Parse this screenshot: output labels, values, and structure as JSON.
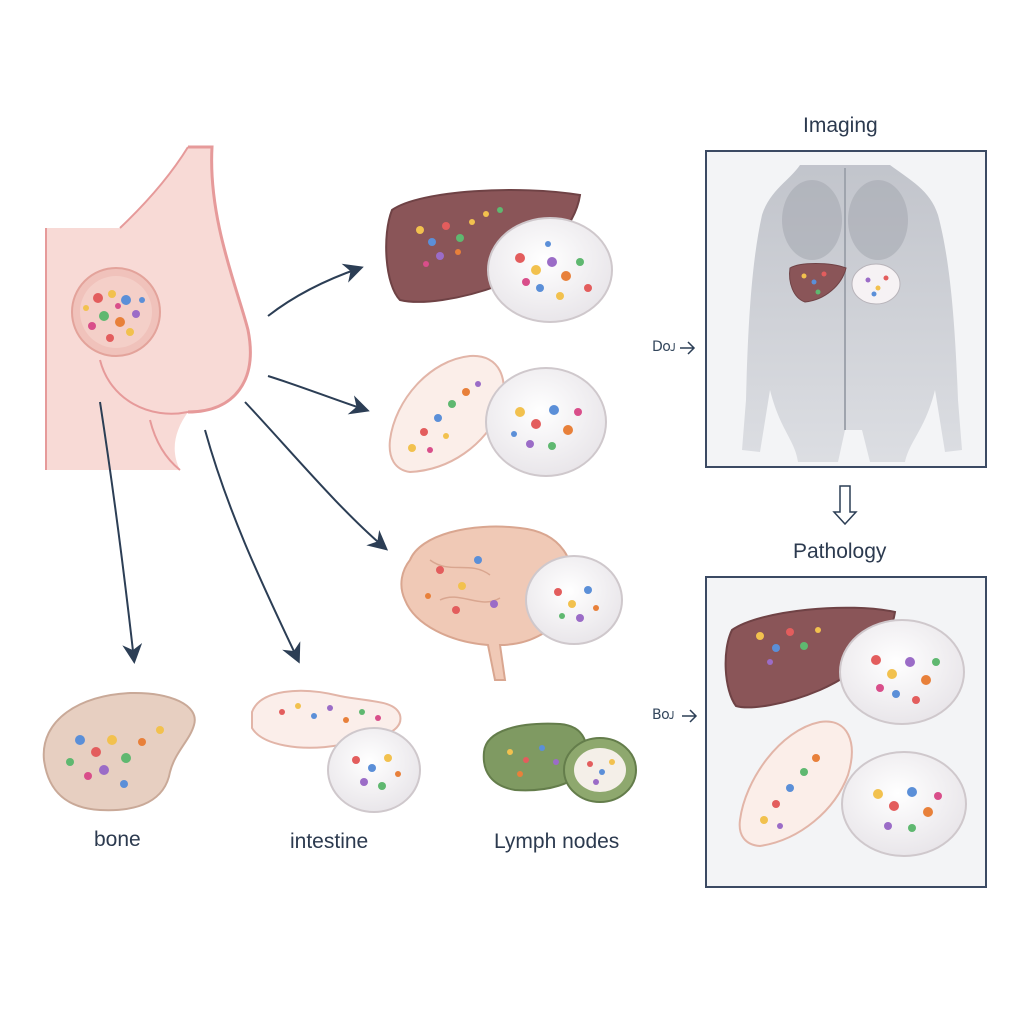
{
  "labels": {
    "bone": "bone",
    "intestine": "intestine",
    "lymph_nodes": "Lymph nodes",
    "imaging": "Imaging",
    "pathology": "Pathology",
    "tag_imaging": "Dᴏᴊ",
    "tag_pathology": "Bᴏᴊ"
  },
  "colors": {
    "skin": "#f7d9d5",
    "skin_outline": "#e69a9a",
    "liver": "#8a5558",
    "bone": "#e7cfc1",
    "brain": "#f0c9b6",
    "lymph": "#7f9a62",
    "arrow": "#2c3e55",
    "panel_border": "#3b4a63"
  }
}
